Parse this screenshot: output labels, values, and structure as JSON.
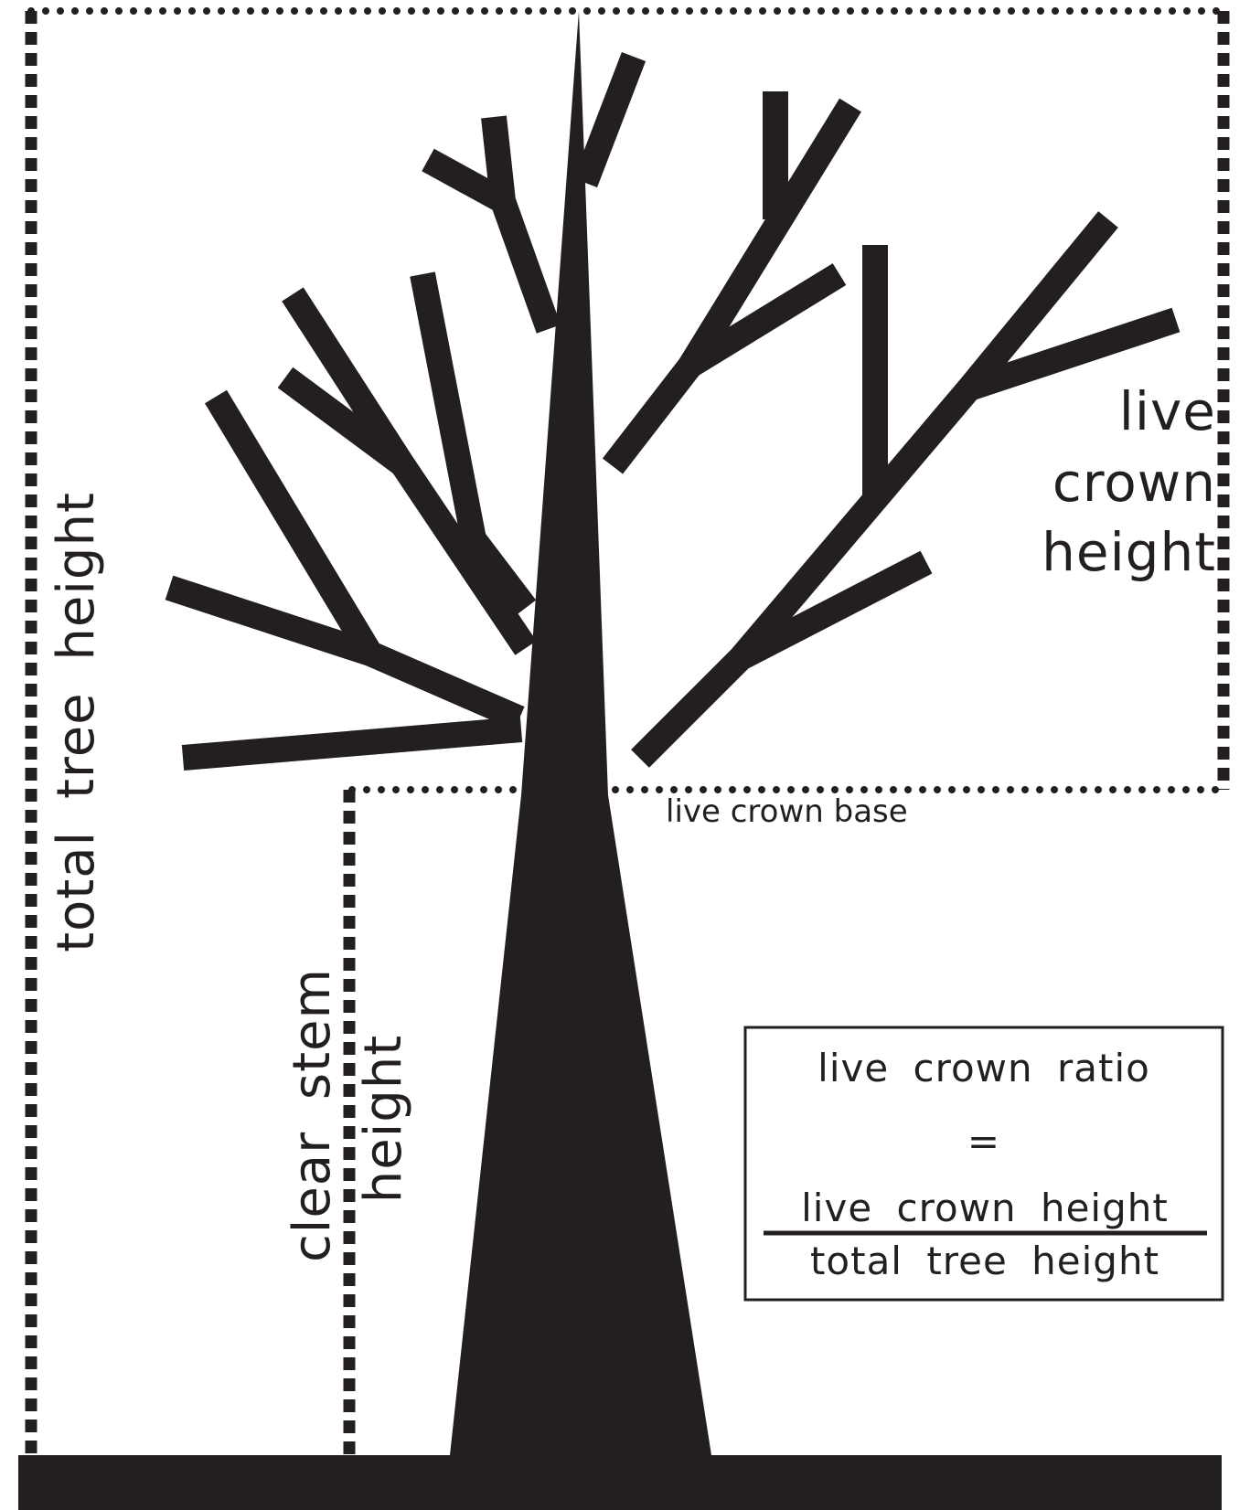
{
  "labels": {
    "total_tree_height": "total tree height",
    "clear_stem_height_line1": "clear stem",
    "clear_stem_height_line2": "height",
    "live_crown_height_line1": "live",
    "live_crown_height_line2": "crown",
    "live_crown_height_line3": "height",
    "live_crown_base": "live crown base"
  },
  "formula": {
    "title": "live crown ratio",
    "equals": "=",
    "numerator": "live crown height",
    "denominator": "total tree height"
  },
  "colors": {
    "ink": "#231f20",
    "background": "#ffffff"
  }
}
